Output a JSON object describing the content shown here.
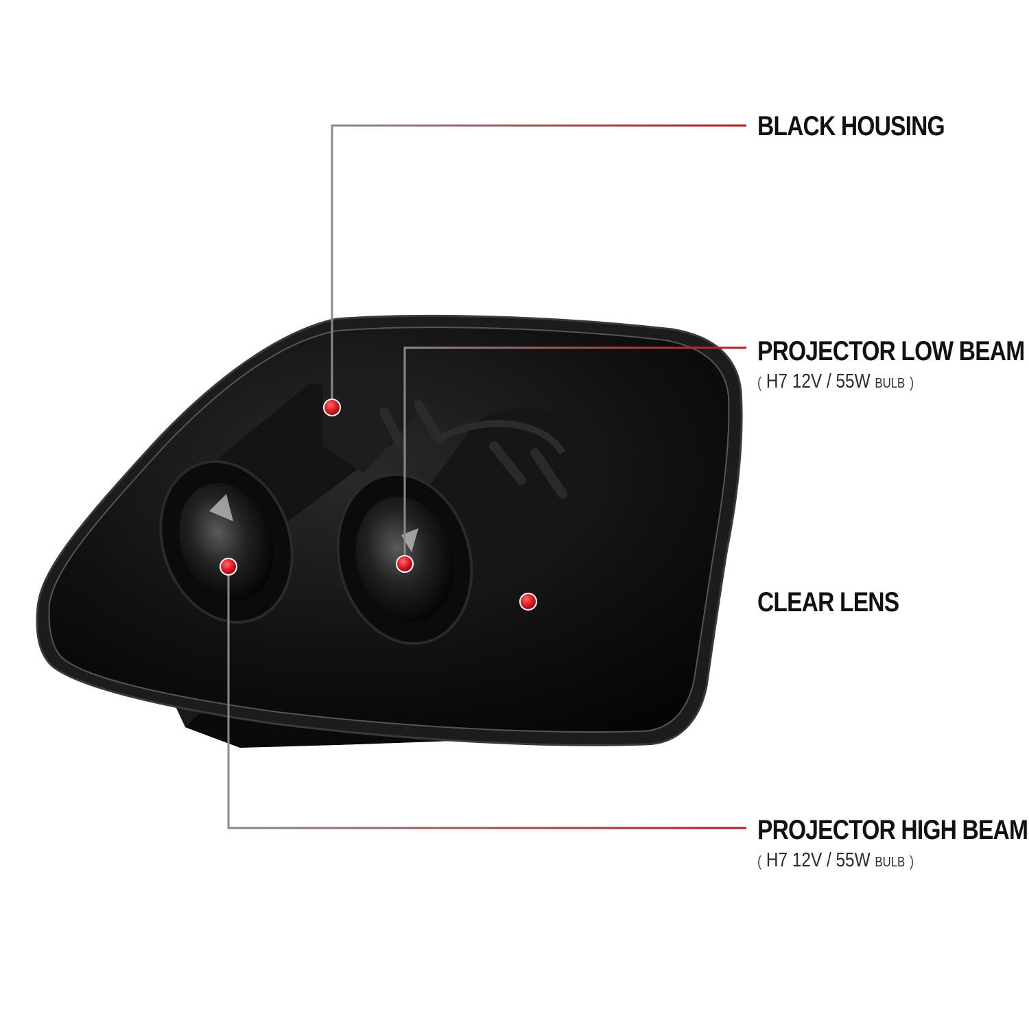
{
  "callouts": [
    {
      "id": "black-housing",
      "title": "BLACK HOUSING"
    },
    {
      "id": "projector-low-beam",
      "title": "PROJECTOR LOW BEAM",
      "spec": {
        "open": "(",
        "bulb_type": "H7",
        "rating": "12V / 55W",
        "suffix": "BULB",
        "close": ")"
      }
    },
    {
      "id": "clear-lens",
      "title": "CLEAR LENS"
    },
    {
      "id": "projector-high-beam",
      "title": "PROJECTOR HIGH BEAM",
      "spec": {
        "open": "(",
        "bulb_type": "H7",
        "rating": "12V / 55W",
        "suffix": "BULB",
        "close": ")"
      }
    }
  ],
  "colors": {
    "background": "#ffffff",
    "leader_line_gray": "#8a8a8a",
    "leader_line_red": "#c4161c",
    "marker_dot": "#e01b24",
    "housing": "#0d0d0d"
  },
  "icons": {
    "callout_marker": "red-dot-marker-icon",
    "product": "projector-headlight-illustration"
  }
}
